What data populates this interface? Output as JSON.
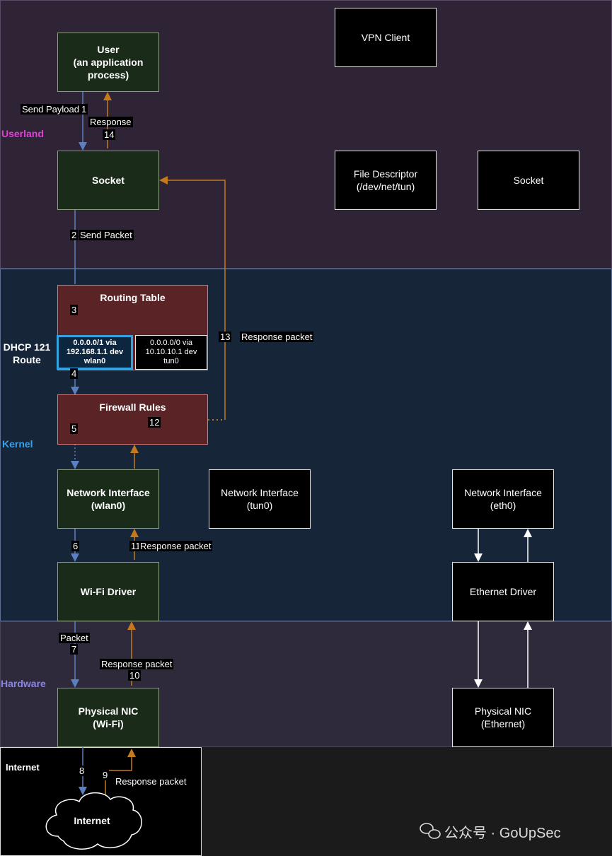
{
  "layers": {
    "userland": "Userland",
    "kernel": "Kernel",
    "hardware": "Hardware",
    "internet": "Internet"
  },
  "colors": {
    "userland_label": "#e040d8",
    "kernel_label": "#3aa0e8",
    "hardware_label": "#8a84e8",
    "outbound_arrow": "#5b7fc0",
    "response_arrow": "#c47a1c",
    "eth_arrow": "#ffffff"
  },
  "boxes": {
    "user": "User\n(an application\nprocess)",
    "socket_user": "Socket",
    "vpn_client": "VPN Client",
    "file_descriptor": "File Descriptor\n(/dev/net/tun)",
    "socket_vpn": "Socket",
    "routing_table": "Routing Table",
    "route_wlan0": "0.0.0.0/1 via\n192.168.1.1 dev\nwlan0",
    "route_tun0": "0.0.0.0/0 via\n10.10.10.1 dev\ntun0",
    "dhcp_label": "DHCP 121\nRoute",
    "firewall_rules": "Firewall Rules",
    "nic_wlan0": "Network Interface\n(wlan0)",
    "nic_tun0": "Network Interface\n(tun0)",
    "nic_eth0": "Network Interface\n(eth0)",
    "wifi_driver": "Wi-Fi Driver",
    "ethernet_driver": "Ethernet Driver",
    "physical_nic_wifi": "Physical NIC\n(Wi-Fi)",
    "physical_nic_eth": "Physical NIC\n(Ethernet)",
    "internet_cloud": "Internet"
  },
  "steps": {
    "s1_text": "Send Payload",
    "s1_num": "1",
    "s14_text": "Response",
    "s14_num": "14",
    "s2_num": "2",
    "s2_text": "Send Packet",
    "s3_num": "3",
    "s4_num": "4",
    "s5_num": "5",
    "s12_num": "12",
    "s13_num": "13",
    "s13_text": "Response packet",
    "s6_num": "6",
    "s11_num": "11",
    "s11_text": "Response packet",
    "s7_text": "Packet",
    "s7_num": "7",
    "s10_text": "Response packet",
    "s10_num": "10",
    "s8_num": "8",
    "s9_num": "9",
    "s9_text": "Response packet"
  },
  "watermark": "公众号 · GoUpSec",
  "icons": {
    "watermark_icon": "wechat-icon"
  }
}
